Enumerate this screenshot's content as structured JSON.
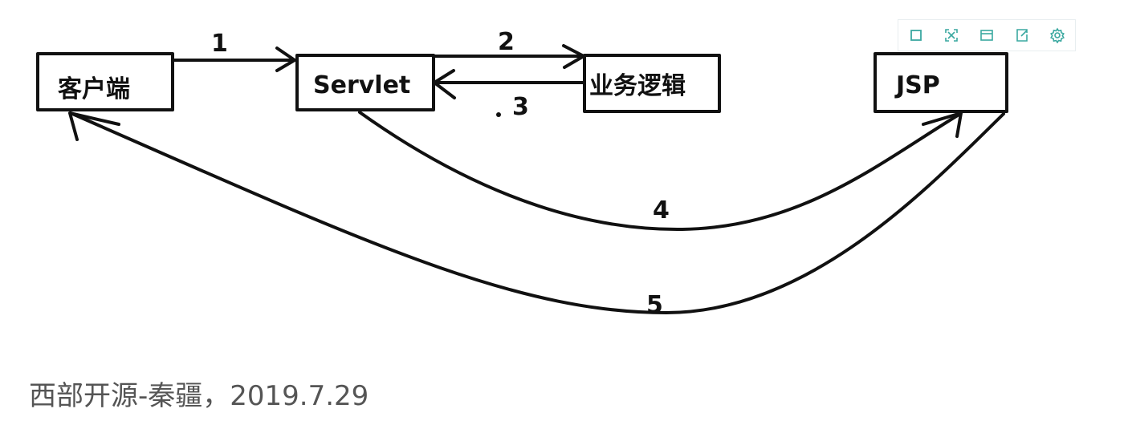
{
  "diagram": {
    "nodes": {
      "client": "客户端",
      "servlet": "Servlet",
      "logic": "业务逻辑",
      "jsp": "JSP"
    },
    "steps": {
      "s1": "1",
      "s2": "2",
      "s3": "3",
      "s4": "4",
      "s5": "5"
    }
  },
  "caption": "西部开源-秦疆，2019.7.29",
  "toolbar": {
    "icons": [
      "square-icon",
      "fullscreen-icon",
      "window-icon",
      "export-icon",
      "settings-icon"
    ],
    "accent": "#3aa8a0"
  }
}
